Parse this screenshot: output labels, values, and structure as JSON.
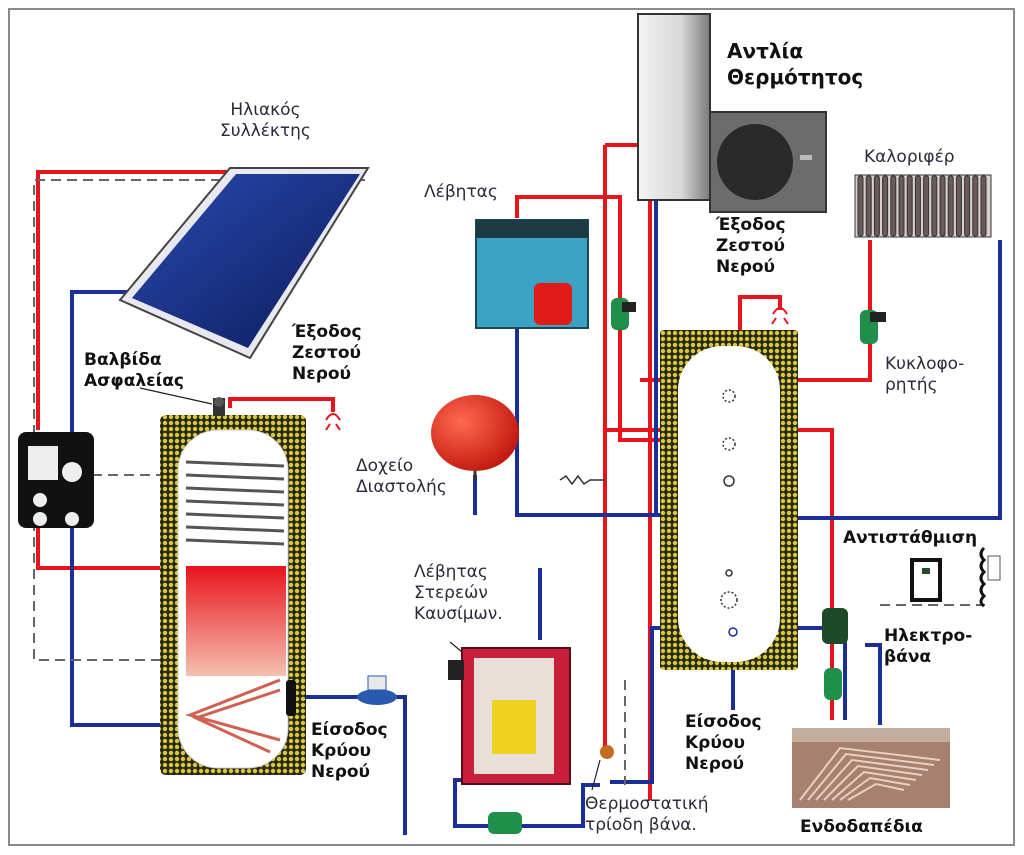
{
  "diagram": {
    "title": "Heating system schematic",
    "colors": {
      "hot_pipe": "#e8141c",
      "cold_pipe": "#1a2f9a",
      "control_line": "#555555",
      "insulation": "#b8a830",
      "solar_panel": "#142a7a",
      "boiler": "#3aa3c4",
      "solid_fuel_boiler": "#c8203a",
      "expansion_tank": "#e02a1a",
      "pump": "#1f8f4a"
    },
    "labels": {
      "solar_collector": [
        "Ηλιακός",
        "Συλλέκτης"
      ],
      "heat_pump": [
        "Αντλία",
        "Θερμότητος"
      ],
      "boiler": "Λέβητας",
      "radiator": "Καλοριφέρ",
      "hot_water_out_left": [
        "Έξοδος",
        "Ζεστού",
        "Νερού"
      ],
      "hot_water_out_right": [
        "Έξοδος",
        "Ζεστού",
        "Νερού"
      ],
      "safety_valve": [
        "Βαλβίδα",
        "Ασφαλείας"
      ],
      "circulator": [
        "Κυκλοφο-",
        "ρητής"
      ],
      "expansion_tank": [
        "Δοχείο",
        "Διαστολής"
      ],
      "solid_fuel_boiler": [
        "Λέβητας",
        "Στερεών",
        "Καυσίμων."
      ],
      "compensation": "Αντιστάθμιση",
      "electro_valve": [
        "Ηλεκτρο-",
        "βάνα"
      ],
      "cold_water_in_left": [
        "Είσοδος",
        "Κρύου",
        "Νερού"
      ],
      "cold_water_in_right": [
        "Είσοδος",
        "Κρύου",
        "Νερού"
      ],
      "thermostatic_valve": [
        "Θερμοστατική",
        "τρίοδη βάνα."
      ],
      "underfloor": "Ενδοδαπέδια"
    }
  }
}
